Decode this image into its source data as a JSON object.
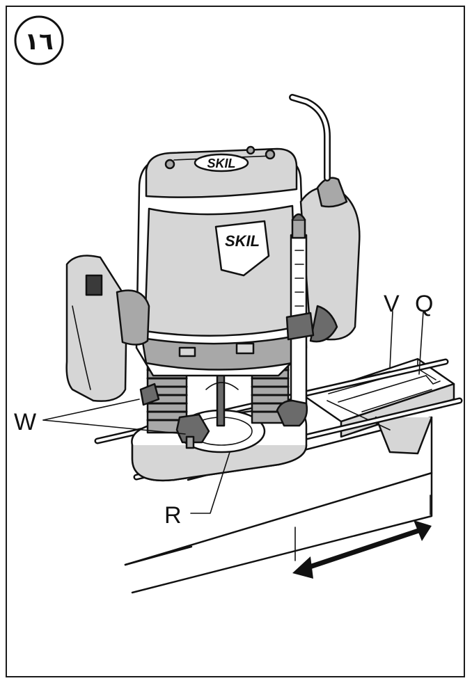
{
  "figure": {
    "number": "١٦",
    "brand_top": "SKIL",
    "brand_front": "SKIL"
  },
  "labels": {
    "v": "V",
    "q": "Q",
    "w": "W",
    "r": "R"
  },
  "colors": {
    "line": "#111111",
    "background": "#ffffff",
    "shade_light": "#d6d6d6",
    "shade_mid": "#a8a8a8",
    "shade_dark": "#3a3a3a"
  }
}
